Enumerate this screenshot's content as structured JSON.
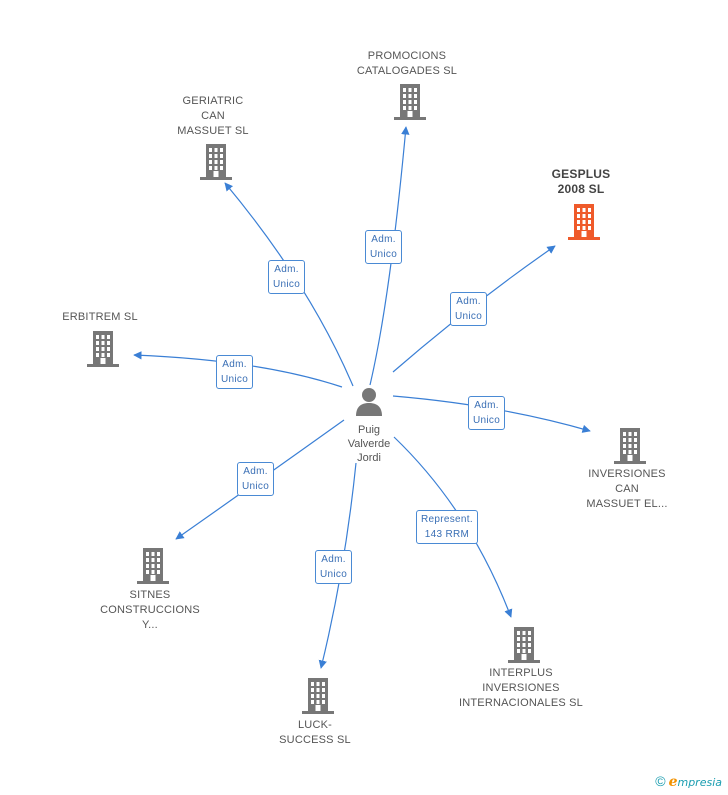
{
  "center": {
    "name": "Puig\nValverde\nJordi",
    "icon": "person-icon"
  },
  "colors": {
    "edge": "#3a7fd5",
    "building": "#777777",
    "building_highlight": "#ef5a2a"
  },
  "nodes": [
    {
      "id": "promocions",
      "label": "PROMOCIONS\nCATALOGADES SL",
      "highlight": false
    },
    {
      "id": "geriatric",
      "label": "GERIATRIC\nCAN\nMASSUET SL",
      "highlight": false
    },
    {
      "id": "gesplus",
      "label": "GESPLUS\n2008 SL",
      "highlight": true
    },
    {
      "id": "erbitrem",
      "label": "ERBITREM SL",
      "highlight": false
    },
    {
      "id": "inversiones-can",
      "label": "INVERSIONES\nCAN\nMASSUET EL...",
      "highlight": false
    },
    {
      "id": "sitnes",
      "label": "SITNES\nCONSTRUCCIONS\nY...",
      "highlight": false
    },
    {
      "id": "luck",
      "label": "LUCK-\nSUCCESS SL",
      "highlight": false
    },
    {
      "id": "interplus",
      "label": "INTERPLUS\nINVERSIONES\nINTERNACIONALES SL",
      "highlight": false
    }
  ],
  "edges": [
    {
      "to": "promocions",
      "label": "Adm.\nUnico"
    },
    {
      "to": "geriatric",
      "label": "Adm.\nUnico"
    },
    {
      "to": "gesplus",
      "label": "Adm.\nUnico"
    },
    {
      "to": "erbitrem",
      "label": "Adm.\nUnico"
    },
    {
      "to": "inversiones-can",
      "label": "Adm.\nUnico"
    },
    {
      "to": "sitnes",
      "label": "Adm.\nUnico"
    },
    {
      "to": "luck",
      "label": "Adm.\nUnico"
    },
    {
      "to": "interplus",
      "label": "Represent.\n143 RRM"
    }
  ],
  "footer": {
    "copyright": "©",
    "brand_first": "e",
    "brand_rest": "mpresia"
  }
}
